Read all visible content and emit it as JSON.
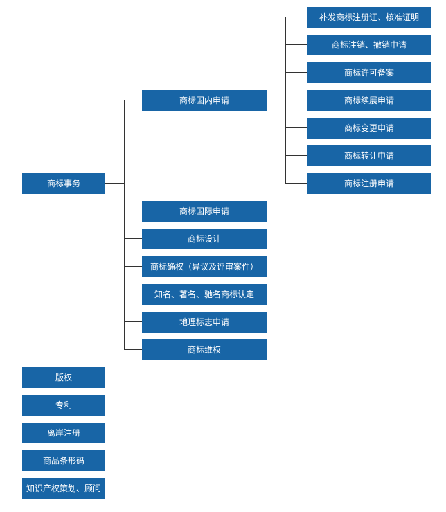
{
  "root": {
    "label": "商标事务"
  },
  "domestic": {
    "label": "商标国内申请",
    "children": [
      "补发商标注册证、核准证明",
      "商标注销、撤销申请",
      "商标许可备案",
      "商标续展申请",
      "商标变更申请",
      "商标转让申请",
      "商标注册申请"
    ]
  },
  "trademark_children": [
    "商标国际申请",
    "商标设计",
    "商标确权（异议及评审案件）",
    "知名、著名、驰名商标认定",
    "地理标志申请",
    "商标维权"
  ],
  "other_services": [
    "版权",
    "专利",
    "离岸注册",
    "商品条形码",
    "知识产权策划、顾问"
  ],
  "colors": {
    "box": "#1865a6",
    "text": "#ffffff",
    "line": "#333333"
  }
}
